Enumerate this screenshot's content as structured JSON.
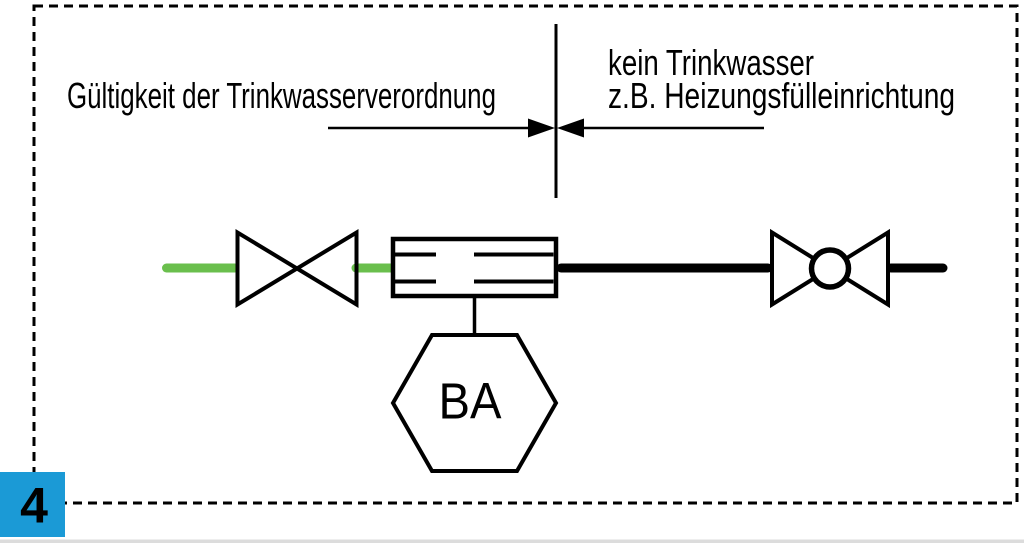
{
  "figure": {
    "number": "4",
    "zones": {
      "left_label": "Gültigkeit der Trinkwasserverordnung",
      "right_label_line1": "kein Trinkwasser",
      "right_label_line2": "z.B. Heizungsfülleinrichtung"
    },
    "device": {
      "label": "BA"
    },
    "colors": {
      "diagram_line": "#000000",
      "drinking_water_green": "#6abf4d",
      "badge_blue": "#1b9ad6",
      "badge_number_white": "#ffffff"
    }
  }
}
